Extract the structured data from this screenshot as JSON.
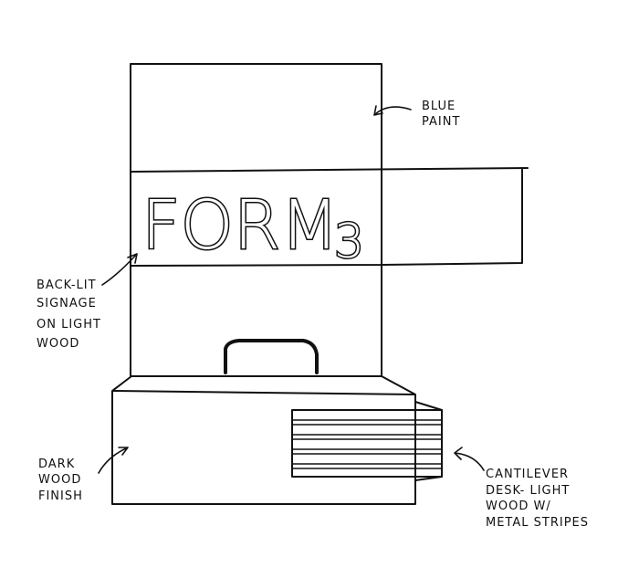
{
  "sign": {
    "text": "FORM",
    "subscript": "3"
  },
  "labels": {
    "blue_paint": [
      "BLUE",
      "PAINT"
    ],
    "backlit": [
      "BACK-LIT",
      "SIGNAGE",
      "ON LIGHT",
      "WOOD"
    ],
    "dark_wood": [
      "DARK",
      "WOOD",
      "FINISH"
    ],
    "cantilever": [
      "CANTILEVER",
      "DESK- LIGHT",
      "WOOD W/",
      "METAL STRIPES"
    ]
  }
}
